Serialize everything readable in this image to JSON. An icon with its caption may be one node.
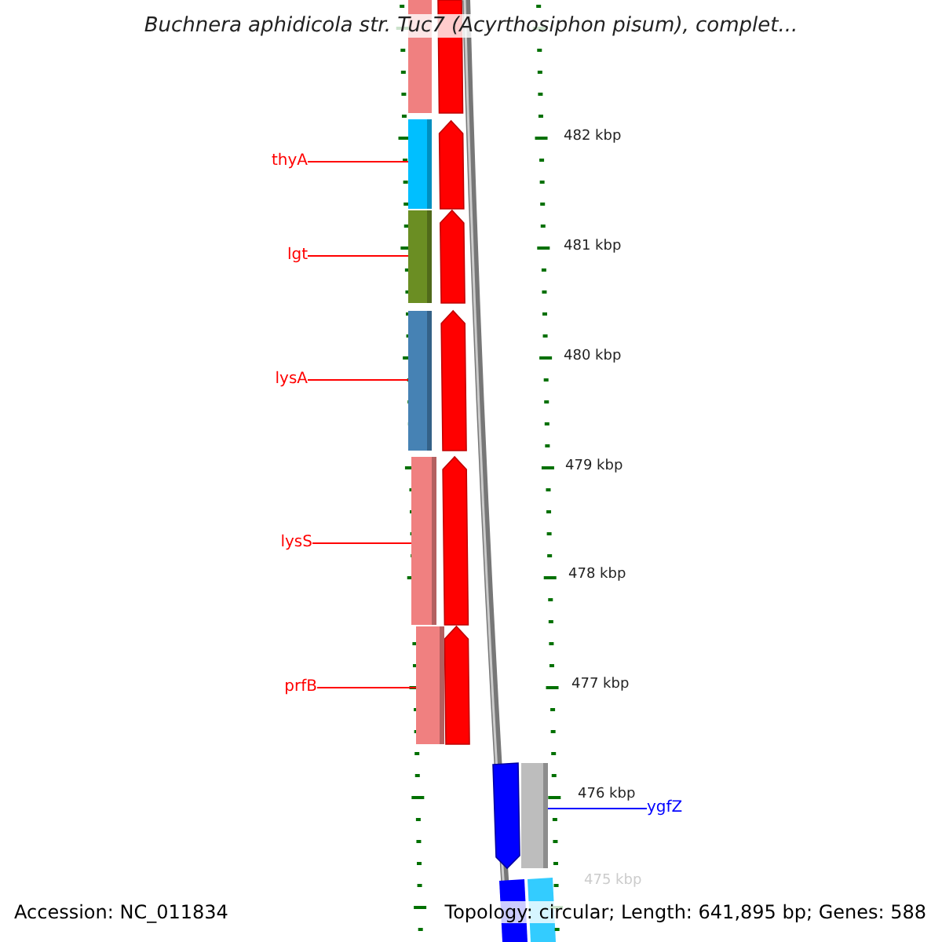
{
  "diagram": {
    "title": "Buchnera aphidicola str. Tuc7 (Acyrthosiphon pisum), complet...",
    "nodes": [
      {
        "text": [
          "thyA"
        ]
      },
      {
        "text": [
          "lgt"
        ]
      },
      {
        "text": [
          "lysA"
        ]
      },
      {
        "text": [
          "lysS"
        ]
      },
      {
        "text": [
          "prfB"
        ]
      },
      {
        "text": [
          "ygfZ"
        ]
      },
      {
        "text": [],
        "shape": "bar"
      },
      {
        "text": [],
        "shape": "bar"
      },
      {
        "text": [],
        "shape": "bar"
      },
      {
        "text": [],
        "shape": "bar"
      },
      {
        "text": [],
        "shape": "bar"
      },
      {
        "text": [],
        "shape": "bar"
      }
    ],
    "edges": [
      {
        "from": 0,
        "to": 6,
        "arrow": "none"
      },
      {
        "from": 1,
        "to": 7,
        "arrow": "none"
      },
      {
        "from": 2,
        "to": 8,
        "arrow": "none"
      },
      {
        "from": 3,
        "to": 9,
        "arrow": "none"
      },
      {
        "from": 4,
        "to": 10,
        "arrow": "none"
      },
      {
        "from": 5,
        "to": 11,
        "arrow": "none",
        "color": "#0000ff"
      }
    ],
    "labels": [
      "482 kbp",
      "481 kbp",
      "480 kbp",
      "479 kbp",
      "478 kbp",
      "477 kbp",
      "476 kbp",
      "475 kbp",
      "Accession: NC_011834",
      "Topology: circular; Length: 641,895 bp; Genes: 588"
    ]
  }
}
